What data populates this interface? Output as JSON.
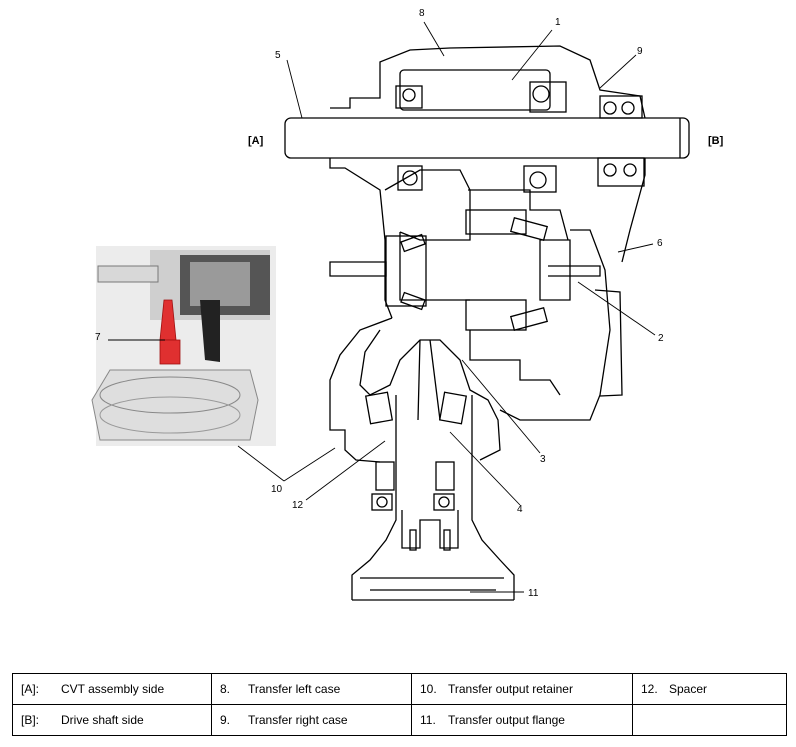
{
  "diagram": {
    "side_a": "[A]",
    "side_b": "[B]",
    "callouts": {
      "c1": "1",
      "c2": "2",
      "c3": "3",
      "c4": "4",
      "c5": "5",
      "c6": "6",
      "c7": "7",
      "c8": "8",
      "c9": "9",
      "c10": "10",
      "c11": "11",
      "c12": "12"
    }
  },
  "legend": {
    "rows": [
      [
        {
          "key": "[A]:",
          "text": "CVT assembly side"
        },
        {
          "key": "8.",
          "text": "Transfer left case"
        },
        {
          "key": "10.",
          "text": "Transfer output retainer"
        },
        {
          "key": "12.",
          "text": "Spacer"
        }
      ],
      [
        {
          "key": "[B]:",
          "text": "Drive shaft side"
        },
        {
          "key": "9.",
          "text": "Transfer right case"
        },
        {
          "key": "11.",
          "text": "Transfer output flange"
        },
        {
          "key": "",
          "text": ""
        }
      ]
    ]
  },
  "colors": {
    "highlight": "#e03030",
    "line": "#000000",
    "inset_bg": "#ececec"
  }
}
